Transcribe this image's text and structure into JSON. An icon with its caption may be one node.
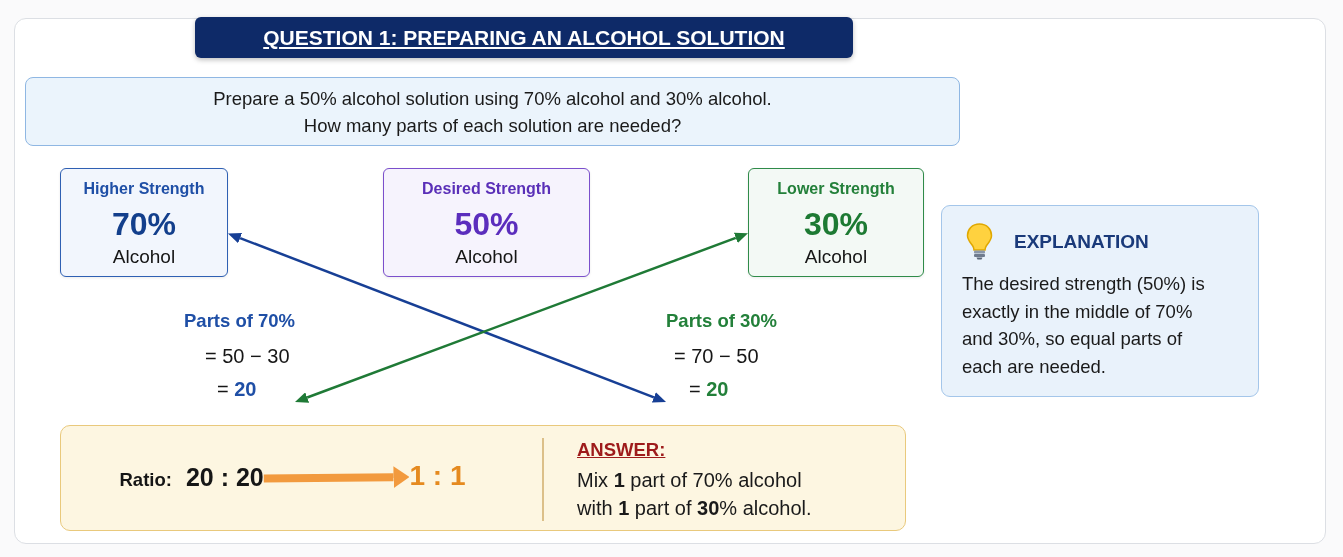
{
  "diagram": {
    "title": "QUESTION 1: PREPARING AN ALCOHOL SOLUTION",
    "nodes": [
      {
        "text": [
          "Prepare a 50% alcohol solution using 70% alcohol and 30% alcohol.",
          "How many parts of each solution are needed?"
        ]
      },
      {
        "text": [
          "Higher Strength",
          "70%",
          "Alcohol"
        ]
      },
      {
        "text": [
          "Desired Strength",
          "50%",
          "Alcohol"
        ]
      },
      {
        "text": [
          "Lower Strength",
          "30%",
          "Alcohol"
        ]
      },
      {
        "text": [
          "EXPLANATION",
          "The desired strength (50%) is exactly in the middle of 70% and 30%, so equal parts of each are needed."
        ]
      },
      {
        "text": [
          "Parts of 70%",
          "= 50 − 30",
          "= **20**"
        ]
      },
      {
        "text": [
          "Parts of 30%",
          "= 70 − 50",
          "= **20**"
        ]
      },
      {
        "text": [
          "ANSWER:",
          "Mix **1** part of 70% alcohol with **1** part of **30**% alcohol."
        ]
      },
      {
        "text": [
          "Ratio:",
          "20 : 20"
        ],
        "in": 7
      },
      {
        "text": [
          "1 : 1"
        ],
        "in": 7
      }
    ],
    "edges": [
      {
        "from": 1,
        "to": 6,
        "arrow": "both",
        "color": "#173f95"
      },
      {
        "from": 3,
        "to": 5,
        "arrow": "both",
        "color": "#1f7a36"
      },
      {
        "from": 8,
        "to": 9,
        "arrow": "to",
        "style": "thick",
        "color": "#f29a3e"
      }
    ]
  }
}
